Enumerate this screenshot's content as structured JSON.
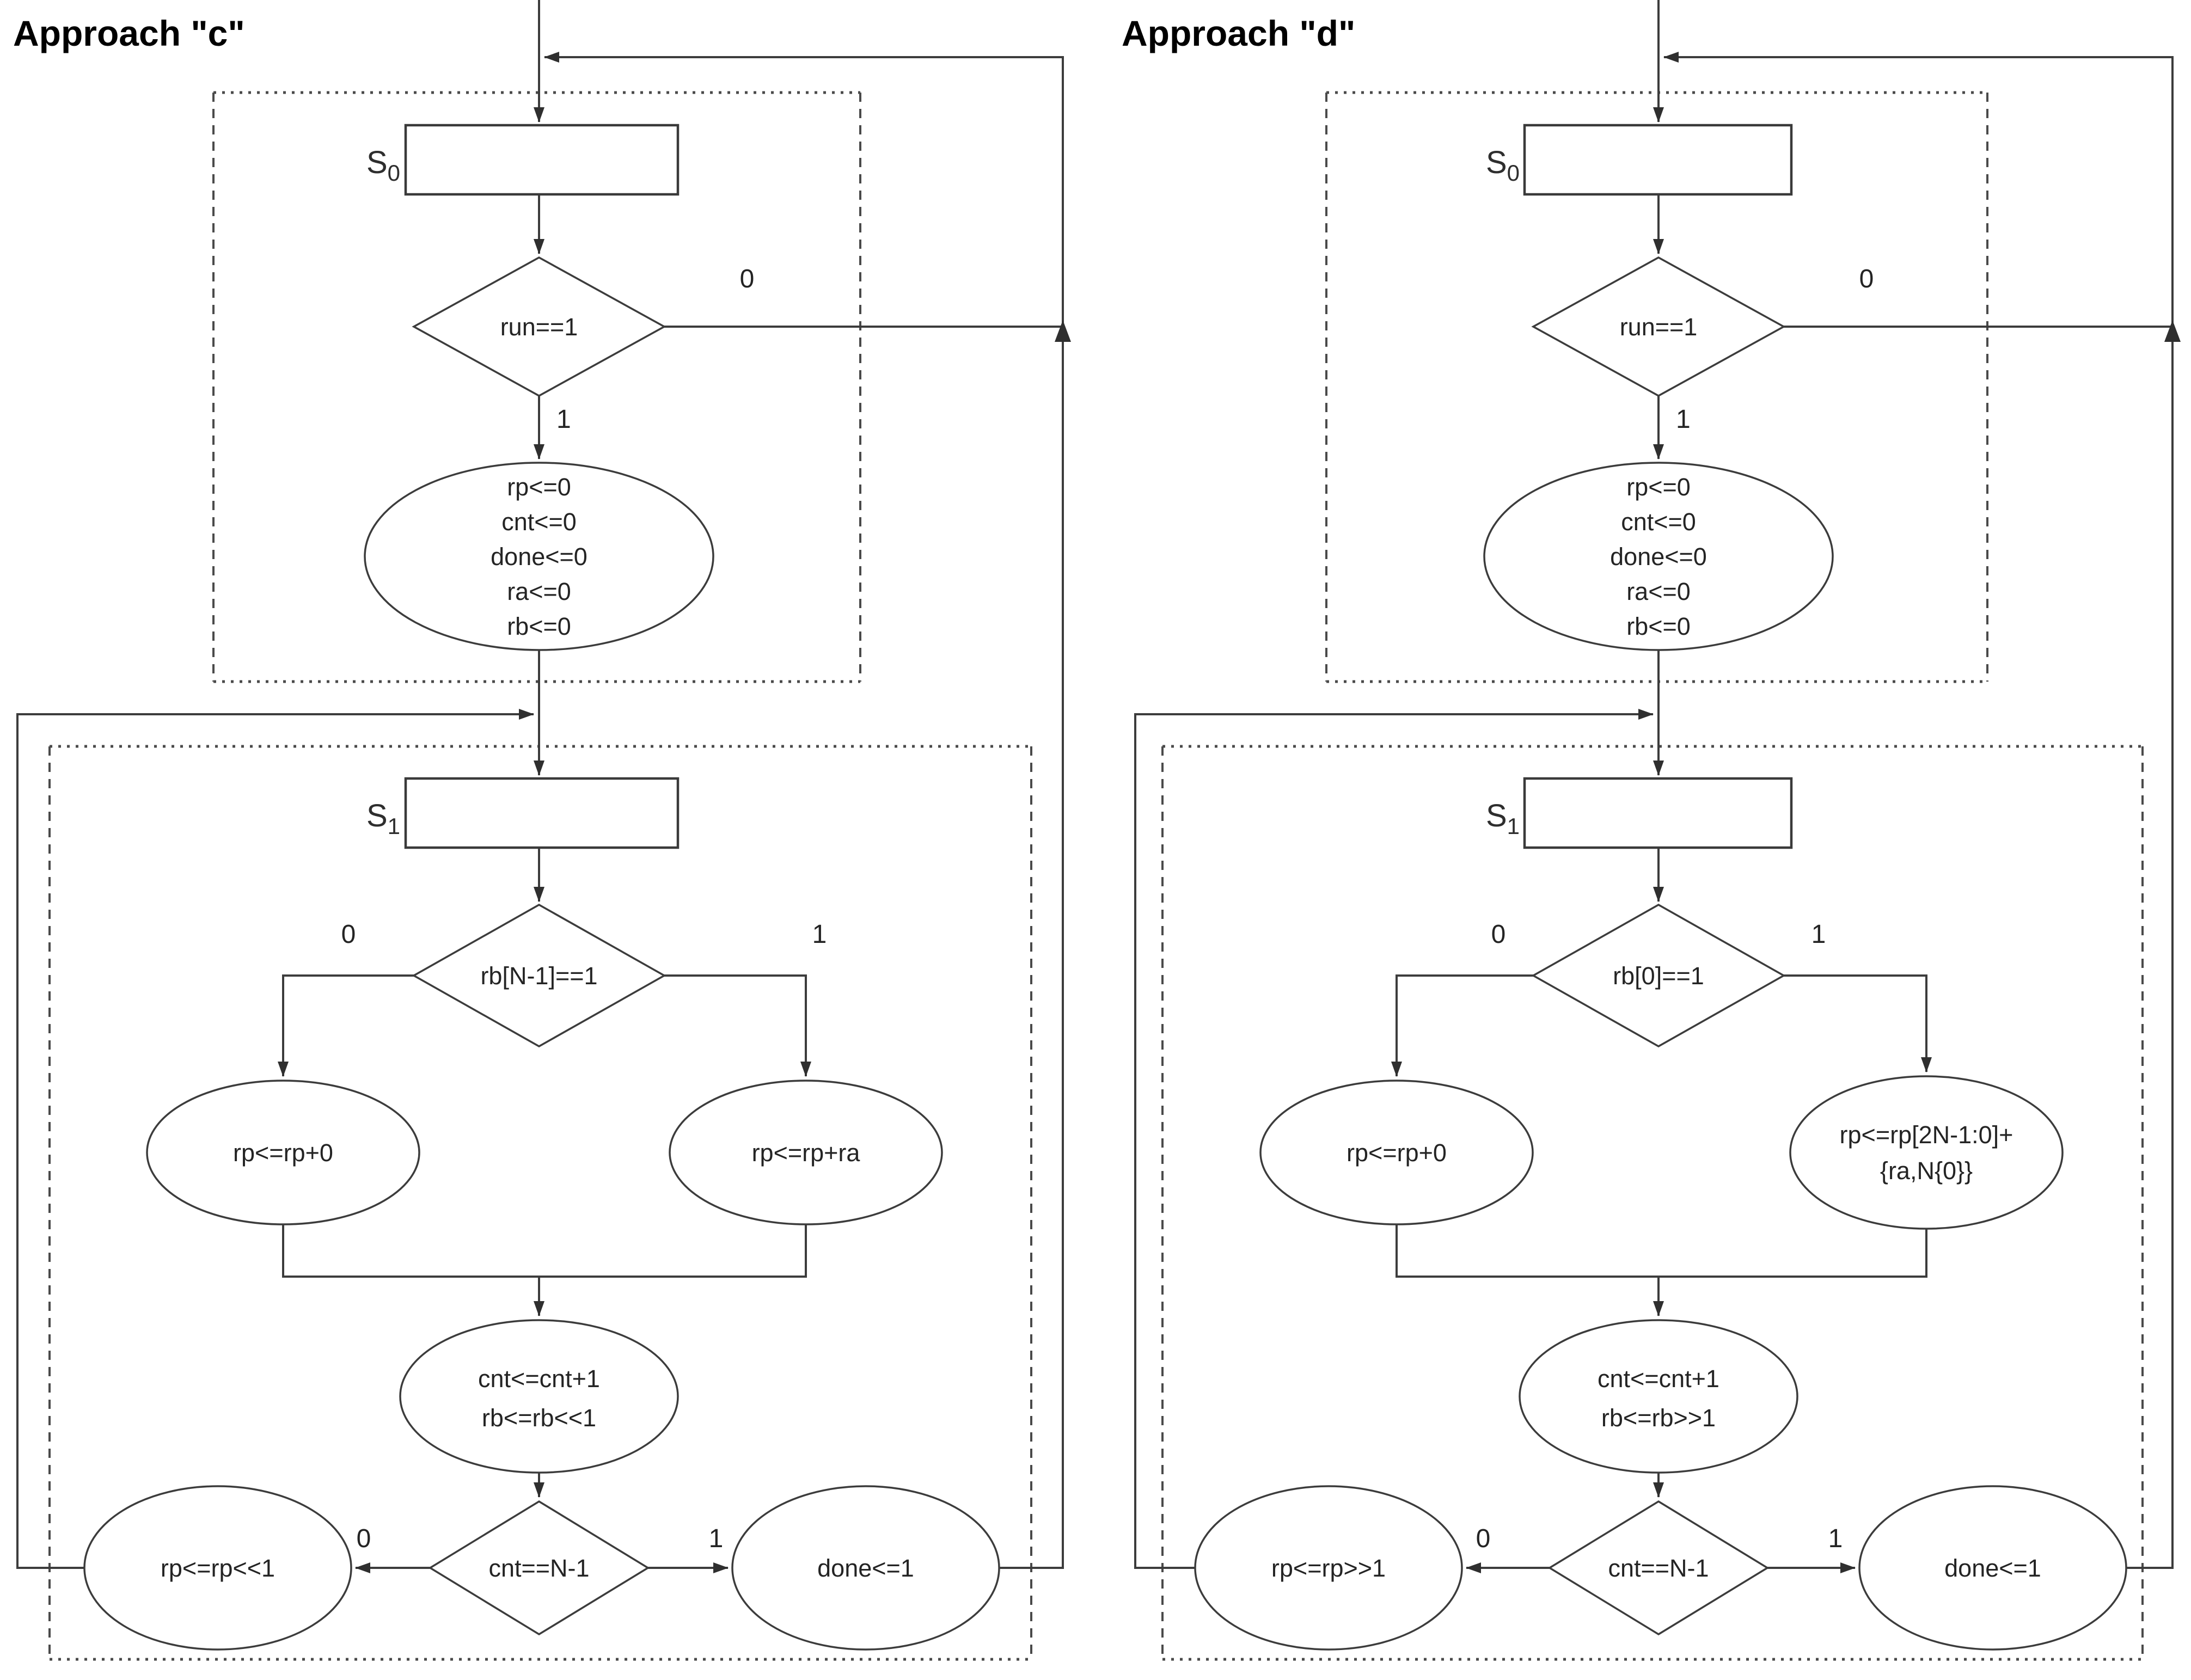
{
  "colors": {
    "ink": "#3c3c3c",
    "text": "#242424",
    "background": "#ffffff"
  },
  "left": {
    "title": "Approach \"c\"",
    "state0": {
      "base": "S",
      "sub": "0"
    },
    "state1": {
      "base": "S",
      "sub": "1"
    },
    "run": {
      "cond": "run==1",
      "no": "0",
      "yes": "1"
    },
    "init_lines": [
      "rp<=0",
      "cnt<=0",
      "done<=0",
      "ra<=0",
      "rb<=0"
    ],
    "bit": {
      "cond": "rb[N-1]==1",
      "no": "0",
      "yes": "1"
    },
    "no_action": "rp<=rp+0",
    "yes_action_lines": [
      "rp<=rp+ra"
    ],
    "step_lines": [
      "cnt<=cnt+1",
      "rb<=rb<<1"
    ],
    "cnt": {
      "cond": "cnt==N-1",
      "no": "0",
      "yes": "1"
    },
    "loop_action": "rp<=rp<<1",
    "done_action": "done<=1"
  },
  "right": {
    "title": "Approach \"d\"",
    "state0": {
      "base": "S",
      "sub": "0"
    },
    "state1": {
      "base": "S",
      "sub": "1"
    },
    "run": {
      "cond": "run==1",
      "no": "0",
      "yes": "1"
    },
    "init_lines": [
      "rp<=0",
      "cnt<=0",
      "done<=0",
      "ra<=0",
      "rb<=0"
    ],
    "bit": {
      "cond": "rb[0]==1",
      "no": "0",
      "yes": "1"
    },
    "no_action": "rp<=rp+0",
    "yes_action_lines": [
      "rp<=rp[2N-1:0]+",
      "{ra,N{0}}"
    ],
    "step_lines": [
      "cnt<=cnt+1",
      "rb<=rb>>1"
    ],
    "cnt": {
      "cond": "cnt==N-1",
      "no": "0",
      "yes": "1"
    },
    "loop_action": "rp<=rp>>1",
    "done_action": "done<=1"
  }
}
